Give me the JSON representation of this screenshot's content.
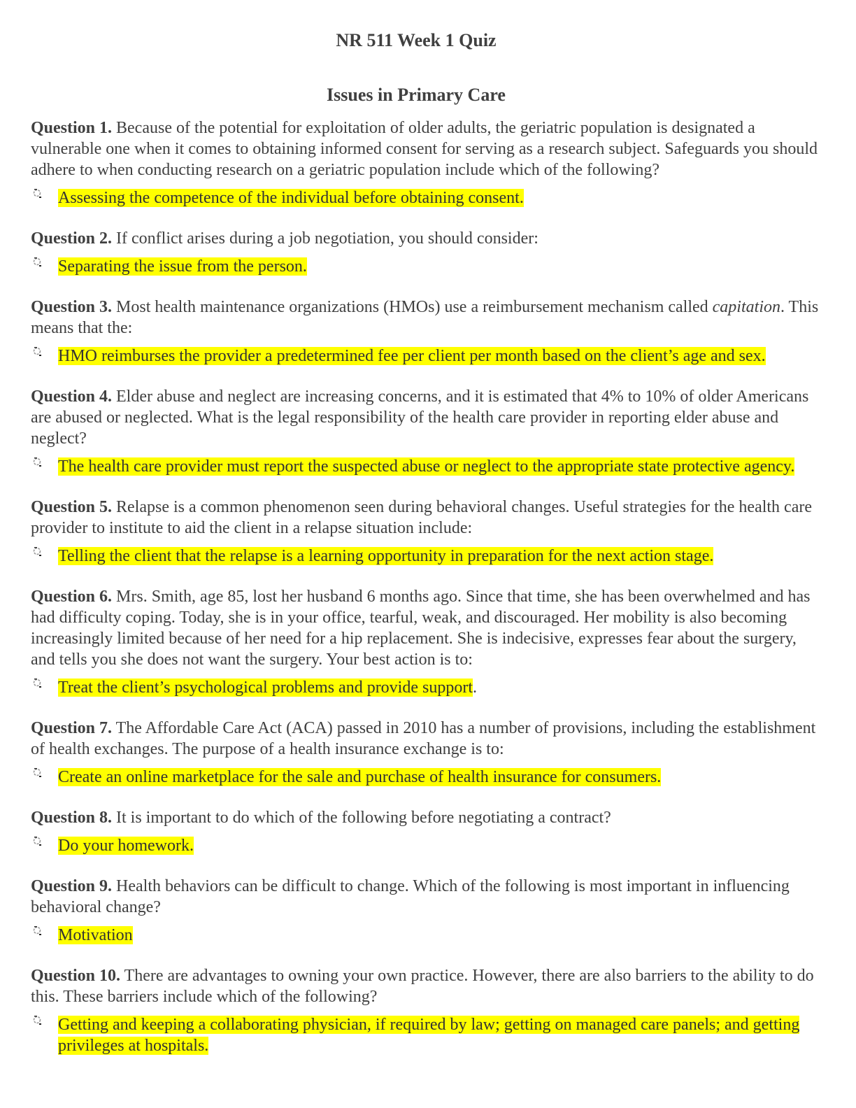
{
  "title": "NR 511 Week 1 Quiz",
  "subtitle": "Issues in Primary Care",
  "questions": [
    {
      "label": "Question 1.",
      "text": "Because of the potential for exploitation of older adults, the geriatric population is designated a vulnerable one when it comes to obtaining informed consent for serving as a research subject. Safeguards you should adhere to when conducting research on a geriatric population include which of the following?",
      "answer": "Assessing the competence of the individual before obtaining consent.",
      "after": ""
    },
    {
      "label": "Question 2.",
      "text": "If conflict arises during a job negotiation, you should consider:",
      "answer": "Separating the issue from the person.",
      "after": ""
    },
    {
      "label": "Question 3.",
      "text_before": "Most health maintenance organizations (HMOs) use a reimbursement mechanism called",
      "em": "capitation",
      "text_after": ". This means that the:",
      "answer": "HMO reimburses the provider a predetermined fee per client per month based on the client’s age and sex.",
      "after": ""
    },
    {
      "label": "Question 4.",
      "text": "Elder abuse and neglect are increasing concerns, and it is estimated that 4% to 10% of older Americans are abused or neglected. What is the legal responsibility of the health care provider in reporting elder abuse and neglect?",
      "answer": "The health care provider must report the suspected abuse or neglect to the appropriate state protective agency.",
      "after": ""
    },
    {
      "label": "Question 5.",
      "text": "Relapse is a common phenomenon seen during behavioral changes. Useful strategies for the health care provider to institute to aid the client in a relapse situation include:",
      "answer": "Telling the client that the relapse is a learning opportunity in preparation for the next action stage.",
      "after": ""
    },
    {
      "label": "Question 6.",
      "text": "Mrs. Smith, age 85, lost her husband 6 months ago. Since that time, she has been overwhelmed and has had difficulty coping. Today, she is in your office, tearful, weak, and discouraged. Her mobility is also becoming increasingly limited because of her need for a hip replacement. She is indecisive, expresses fear about the surgery, and tells you she does not want the surgery. Your best action is to:",
      "answer": "Treat the client’s psychological problems and provide support",
      "after": "."
    },
    {
      "label": "Question 7.",
      "text": "The Affordable Care Act (ACA) passed in 2010 has a number of provisions, including the establishment of health exchanges. The purpose of a health insurance exchange is to:",
      "answer": "Create an online marketplace for the sale and purchase of health insurance for consumers.",
      "after": ""
    },
    {
      "label": "Question 8.",
      "text": "It is important to do which of the following before negotiating a contract?",
      "answer": "Do your homework.",
      "after": ""
    },
    {
      "label": "Question 9.",
      "text": "Health behaviors can be difficult to change. Which of the following is most important in influencing behavioral change?",
      "answer": "Motivation",
      "after": ""
    },
    {
      "label": "Question 10.",
      "text": "There are advantages to owning your own practice. However, there are also barriers to the ability to do this. These barriers include which of the following?",
      "answer": "Getting and keeping a collaborating physician, if required by law; getting on managed care panels; and getting privileges at hospitals.",
      "after": ""
    }
  ],
  "colors": {
    "highlight": "#ffff00",
    "text": "#404040"
  }
}
